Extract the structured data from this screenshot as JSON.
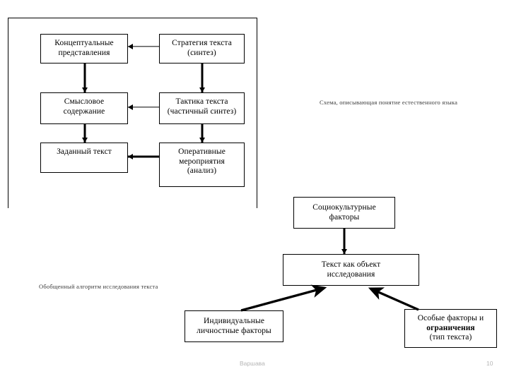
{
  "slide": {
    "footer": {
      "place": "Варшава",
      "page_number": "10"
    },
    "captions": {
      "natural_language": "Схема, описывающая понятие естественного языка",
      "algorithm": "Обобщенный алгоритм исследования текста"
    },
    "colors": {
      "background": "#ffffff",
      "stroke": "#000000",
      "caption_text": "#3a3a3a",
      "footer_text": "#b5b5b5"
    }
  },
  "upper_diagram": {
    "title": "Схема, описывающая понятие естественного языка",
    "nodes": {
      "conceptual_representations": {
        "line1": "Концептуальные",
        "line2": "представления"
      },
      "text_strategy": {
        "line1": "Стратегия текста",
        "line2": "(синтез)"
      },
      "semantic_content": {
        "line1": "Смысловое",
        "line2": "содержание"
      },
      "text_tactics": {
        "line1": "Тактика текста",
        "line2": "(частичный синтез)"
      },
      "given_text": {
        "line1": "Заданный текст",
        "line2": ""
      },
      "operational_measures": {
        "line1": "Оперативные",
        "line2": "мероприятия",
        "line3": "(анализ)"
      }
    },
    "edges": [
      {
        "from": "text_strategy",
        "to": "conceptual_representations",
        "style": "thin",
        "direction": "left"
      },
      {
        "from": "text_tactics",
        "to": "semantic_content",
        "style": "thin",
        "direction": "left"
      },
      {
        "from": "operational_measures",
        "to": "given_text",
        "style": "thick",
        "direction": "left"
      },
      {
        "from": "conceptual_representations",
        "to": "semantic_content",
        "style": "thick",
        "direction": "down"
      },
      {
        "from": "semantic_content",
        "to": "given_text",
        "style": "thick",
        "direction": "down"
      },
      {
        "from": "text_strategy",
        "to": "text_tactics",
        "style": "thick",
        "direction": "down"
      },
      {
        "from": "text_tactics",
        "to": "operational_measures",
        "style": "thick",
        "direction": "down"
      }
    ]
  },
  "lower_diagram": {
    "title": "Обобщенный алгоритм исследования текста",
    "nodes": {
      "sociocultural_factors": {
        "line1": "Социокультурные",
        "line2": "факторы"
      },
      "text_as_research_object": {
        "line1": "Текст как объект",
        "line2": "исследования"
      },
      "individual_personal_factors": {
        "line1": "Индивидуальные",
        "line2": "личностные факторы"
      },
      "special_factors": {
        "line1": "Особые факторы и",
        "line2": "ограничения",
        "line3": "(тип текста)"
      }
    },
    "edges": [
      {
        "from": "sociocultural_factors",
        "to": "text_as_research_object",
        "style": "thick",
        "direction": "down"
      },
      {
        "from": "individual_personal_factors",
        "to": "text_as_research_object",
        "style": "thick",
        "direction": "diagonal-up-right"
      },
      {
        "from": "special_factors",
        "to": "text_as_research_object",
        "style": "thick",
        "direction": "diagonal-up-left"
      }
    ]
  }
}
